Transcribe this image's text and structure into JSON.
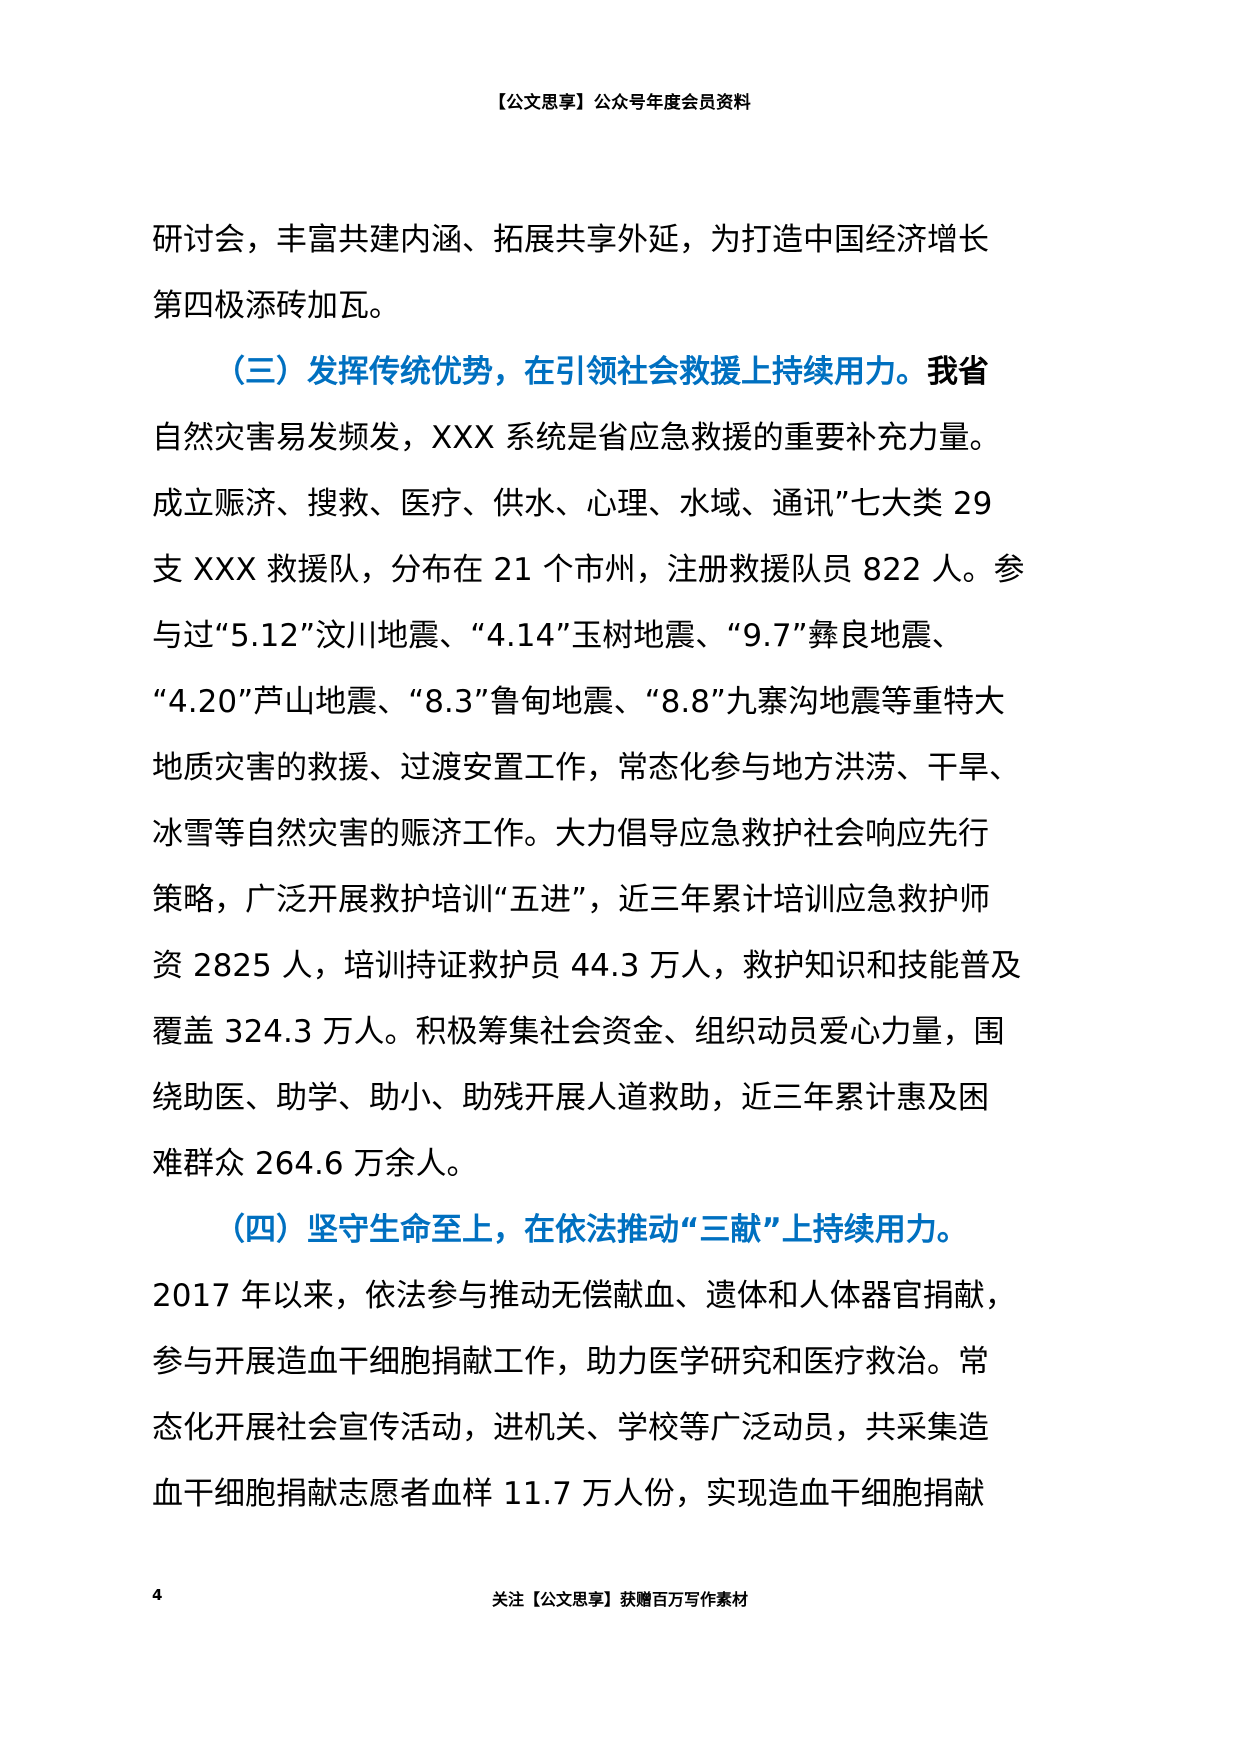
{
  "header": {
    "title": "【公文思享】公众号年度会员资料"
  },
  "body": {
    "lines": [
      {
        "text": "研讨会，丰富共建内涵、拓展共享外延，为打造中国经济增长"
      },
      {
        "text": "第四极添砖加瓦。"
      },
      {
        "heading": "（三）发挥传统优势，在引领社会救援上持续用力。",
        "text": "我省"
      },
      {
        "text": "自然灾害易发频发，XXX 系统是省应急救援的重要补充力量。"
      },
      {
        "text": "成立赈济、搜救、医疗、供水、心理、水域、通讯”七大类 29"
      },
      {
        "text": "支 XXX 救援队，分布在 21 个市州，注册救援队员 822 人。参"
      },
      {
        "text": "与过“5.12”汶川地震、“4.14”玉树地震、“9.7”彝良地震、"
      },
      {
        "text": "“4.20”芦山地震、“8.3”鲁甸地震、“8.8”九寨沟地震等重特大"
      },
      {
        "text": "地质灾害的救援、过渡安置工作，常态化参与地方洪涝、干旱、"
      },
      {
        "text": "冰雪等自然灾害的赈济工作。大力倡导应急救护社会响应先行"
      },
      {
        "text": "策略，广泛开展救护培训“五进”，近三年累计培训应急救护师"
      },
      {
        "text": "资 2825 人，培训持证救护员 44.3 万人，救护知识和技能普及"
      },
      {
        "text": "覆盖 324.3 万人。积极筹集社会资金、组织动员爱心力量，围"
      },
      {
        "text": "绕助医、助学、助小、助残开展人道救助，近三年累计惠及困"
      },
      {
        "text": "难群众 264.6 万余人。"
      },
      {
        "heading": "（四）坚守生命至上，在依法推动“三献”上持续用力。",
        "text": ""
      },
      {
        "text": "2017 年以来，依法参与推动无偿献血、遗体和人体器官捐献，"
      },
      {
        "text": "参与开展造血干细胞捐献工作，助力医学研究和医疗救治。常"
      },
      {
        "text": "态化开展社会宣传活动，进机关、学校等广泛动员，共采集造"
      },
      {
        "text": "血干细胞捐献志愿者血样 11.7 万人份，实现造血干细胞捐献"
      }
    ]
  },
  "footer": {
    "page_number": "4",
    "text": "关注【公文思享】获赠百万写作素材"
  },
  "colors": {
    "heading": "#0070C0",
    "body": "#000000",
    "background": "#ffffff"
  }
}
